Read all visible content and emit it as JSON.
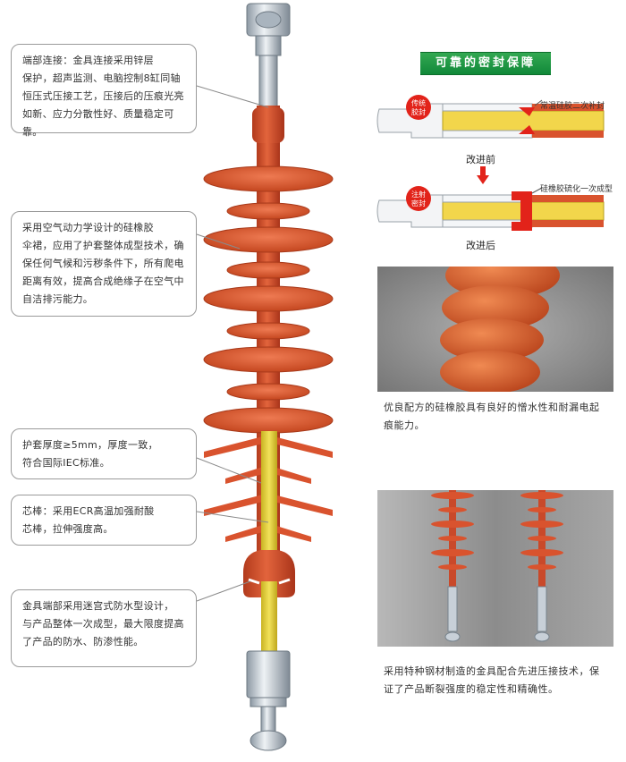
{
  "callouts": {
    "c1": "端部连接：金具连接采用锌层\n保护，超声监测、电脑控制8缸同轴\n恒压式压接工艺，压接后的压痕光亮\n如新、应力分散性好、质量稳定可靠。",
    "c2": "采用空气动力学设计的硅橡胶\n伞裙，应用了护套整体成型技术，确\n保任何气候和污秽条件下，所有爬电\n距离有效，提高合成绝缘子在空气中\n自洁排污能力。",
    "c3": "护套厚度≥5mm，厚度一致，\n符合国际IEC标准。",
    "c4": "芯棒：采用ECR高温加强耐酸\n芯棒，拉伸强度高。",
    "c5": "金具端部采用迷宫式防水型设计，\n与产品整体一次成型，最大限度提高\n了产品的防水、防渗性能。"
  },
  "seal": {
    "title": "可靠的密封保障",
    "traditional_badge": "传统胶封",
    "traditional_badge_l1": "传统",
    "traditional_badge_l2": "胶封",
    "injection_badge_l1": "注射",
    "injection_badge_l2": "密封",
    "note_before": "常温硅胶二次补封",
    "note_after": "硅橡胶硫化一次成型",
    "before_label": "改进前",
    "after_label": "改进后"
  },
  "captions": {
    "photo1": "优良配方的硅橡胶具有良好的憎水性和耐漏电起\n痕能力。",
    "photo2": "采用特种钢材制造的金具配合先进压接技术，保\n证了产品断裂强度的稳定性和精确性。"
  },
  "colors": {
    "rubber": "#d9532e",
    "rubber_dark": "#b83d1f",
    "rod": "#e8d23c",
    "metal": "#c5ced6",
    "title_green": "#1f9a43"
  }
}
